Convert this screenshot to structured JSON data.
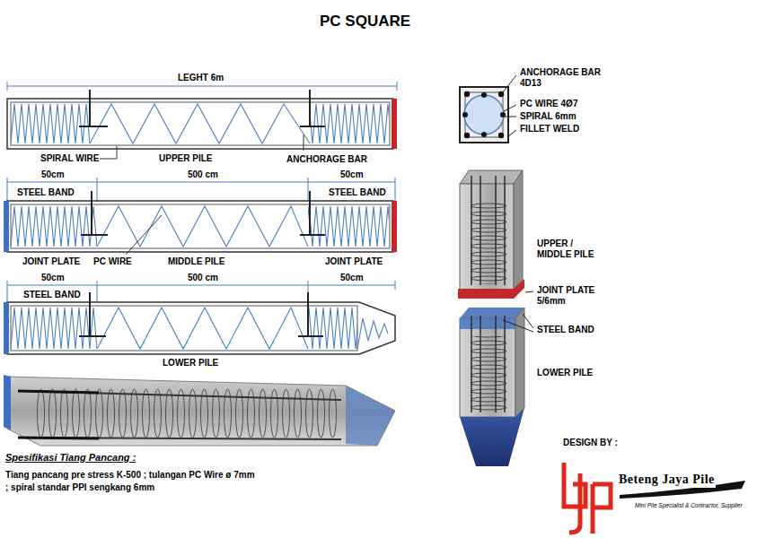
{
  "diagram": {
    "title": "PC SQUARE",
    "labels": [
      "LEGHT 6m",
      "SPIRAL WIRE",
      "UPPER PILE",
      "ANCHORAGE BAR",
      "50cm",
      "500 cm",
      "50cm",
      "STEEL BAND",
      "STEEL BAND",
      "JOINT PLATE",
      "PC WIRE",
      "MIDDLE PILE",
      "JOINT PLATE",
      "50cm",
      "500 cm",
      "50cm",
      "STEEL BAND",
      "LOWER PILE",
      "Spesifikasi Tiang Pancang :",
      "Tiang pancang pre stress K-500 ; tulangan PC Wire ø 7mm",
      "; spiral standar PPI sengkang 6mm",
      "ANCHORAGE BAR 4D13",
      "PC WIRE 4Ø7",
      "SPIRAL 6mm",
      "FILLET WELD",
      "UPPER / MIDDLE PILE",
      "JOINT PLATE 5/6mm",
      "STEEL BAND",
      "LOWER PILE",
      "DESIGN BY :",
      "Beteng Jaya Pile",
      "Mini Pile Specialist & Contractor, Supplier"
    ]
  }
}
